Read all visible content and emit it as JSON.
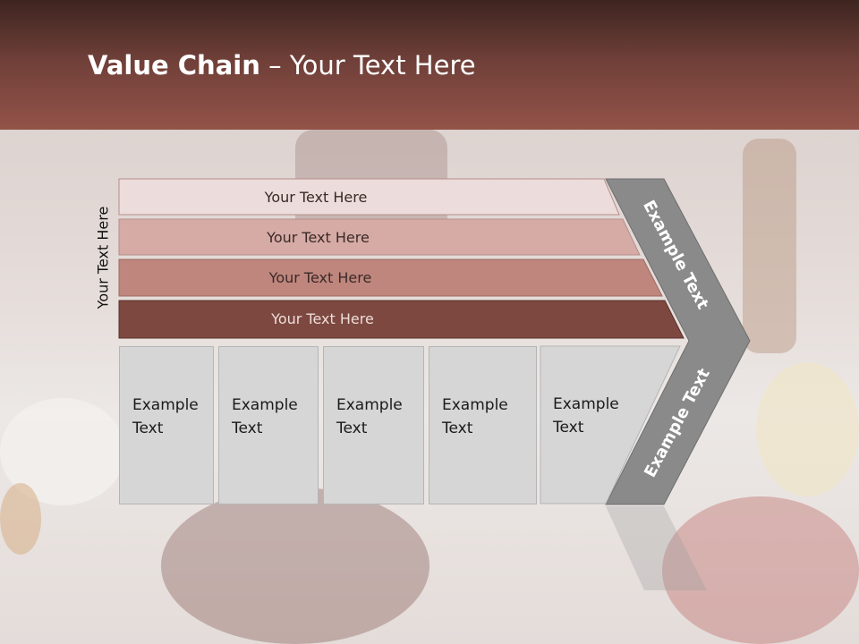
{
  "slide": {
    "title_bold": "Value Chain",
    "title_rest": " – Your Text Here"
  },
  "side_label": "Your Text Here",
  "bars": [
    {
      "label": "Your Text Here",
      "color": "#ecdcdb"
    },
    {
      "label": "Your Text Here",
      "color": "#d6aaa5"
    },
    {
      "label": "Your Text Here",
      "color": "#bf867d"
    },
    {
      "label": "Your Text Here",
      "color": "#7c4840"
    }
  ],
  "boxes": [
    {
      "line1": "Example",
      "line2": "Text"
    },
    {
      "line1": "Example",
      "line2": "Text"
    },
    {
      "line1": "Example",
      "line2": "Text"
    },
    {
      "line1": "Example",
      "line2": "Text"
    },
    {
      "line1": "Example",
      "line2": "Text"
    }
  ],
  "chevron": {
    "upper_label": "Example Text",
    "lower_label": "Example Text",
    "color": "#8a8a8a"
  },
  "colors": {
    "header_dark": "#3e2420",
    "header_light": "#935349"
  }
}
